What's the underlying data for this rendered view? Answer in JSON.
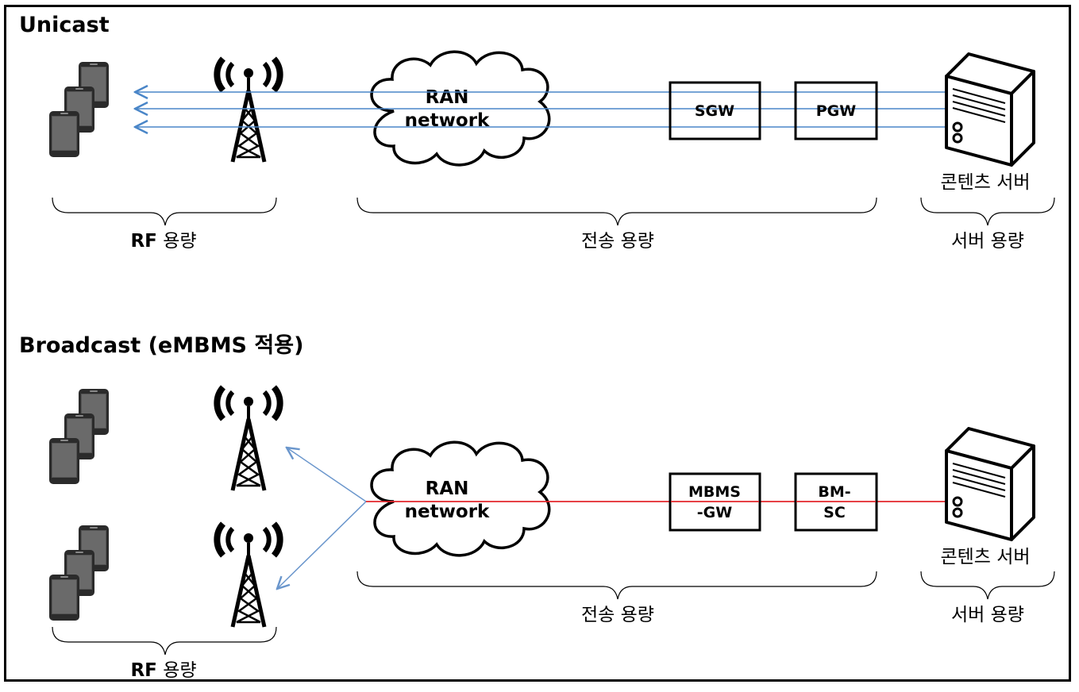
{
  "unicast": {
    "title": "Unicast",
    "cloud": [
      "RAN",
      "network"
    ],
    "box1": "SGW",
    "box2": "PGW",
    "server_label": "콘텐츠 서버",
    "rf_prefix": "RF",
    "rf_suffix": "용량",
    "transport_label": "전송 용량",
    "server_capacity_label": "서버 용량"
  },
  "broadcast": {
    "title": "Broadcast (eMBMS 적용)",
    "cloud": [
      "RAN",
      "network"
    ],
    "box1": [
      "MBMS",
      "-GW"
    ],
    "box2": [
      "BM-",
      "SC"
    ],
    "server_label": "콘텐츠 서버",
    "rf_prefix": "RF",
    "rf_suffix": "용량",
    "transport_label": "전송 용량",
    "server_capacity_label": "서버 용량"
  },
  "colors": {
    "unicast_line": "#4a86c8",
    "broadcast_line": "#e3262b",
    "broadcast_branch": "#6a96cc"
  },
  "icons": [
    "smartphone-stack-icon",
    "cell-tower-icon",
    "cloud-icon",
    "server-icon",
    "brace-icon"
  ]
}
